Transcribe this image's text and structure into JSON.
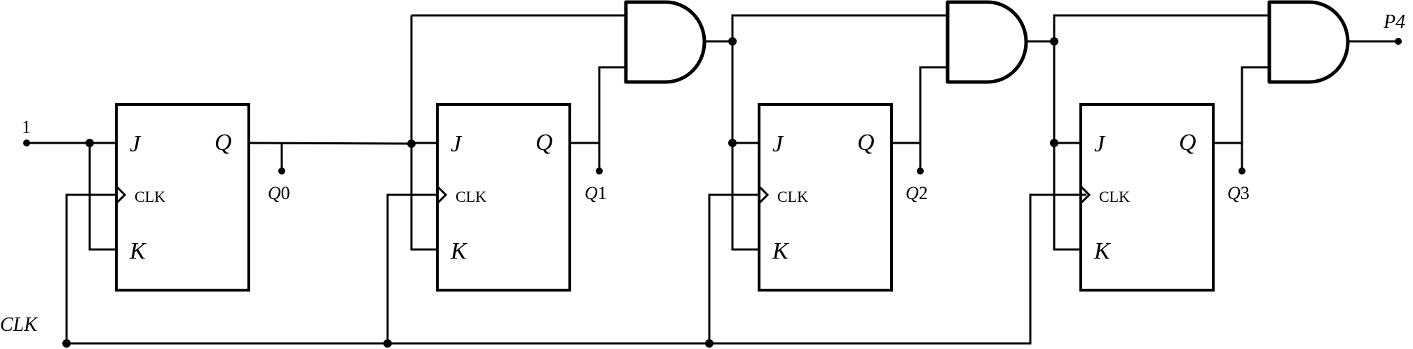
{
  "flipflops": [
    {
      "j": "J",
      "q": "Q",
      "clk": "CLK",
      "k": "K",
      "output": "Q0"
    },
    {
      "j": "J",
      "q": "Q",
      "clk": "CLK",
      "k": "K",
      "output": "Q1"
    },
    {
      "j": "J",
      "q": "Q",
      "clk": "CLK",
      "k": "K",
      "output": "Q2"
    },
    {
      "j": "J",
      "q": "Q",
      "clk": "CLK",
      "k": "K",
      "output": "Q3"
    }
  ],
  "inputs": {
    "constant": "1",
    "clock": "CLK"
  },
  "outputs": {
    "final": "P4"
  }
}
